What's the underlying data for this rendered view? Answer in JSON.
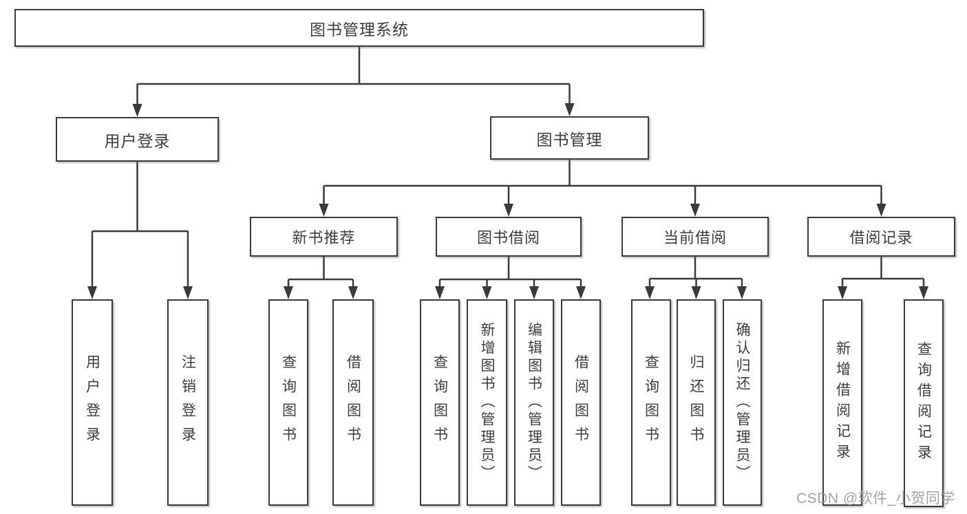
{
  "tree": {
    "label": "图书管理系统",
    "children": [
      {
        "label": "用户登录",
        "children": [
          {
            "label": "用户登录"
          },
          {
            "label": "注销登录"
          }
        ]
      },
      {
        "label": "图书管理",
        "children": [
          {
            "label": "新书推荐",
            "children": [
              {
                "label": "查询图书"
              },
              {
                "label": "借阅图书"
              }
            ]
          },
          {
            "label": "图书借阅",
            "children": [
              {
                "label": "查询图书"
              },
              {
                "label": "新增图书（管理员）"
              },
              {
                "label": "编辑图书（管理员）"
              },
              {
                "label": "借阅图书"
              }
            ]
          },
          {
            "label": "当前借阅",
            "children": [
              {
                "label": "查询图书"
              },
              {
                "label": "归还图书"
              },
              {
                "label": "确认归还（管理员）"
              }
            ]
          },
          {
            "label": "借阅记录",
            "children": [
              {
                "label": "新增借阅记录"
              },
              {
                "label": "查询借阅记录"
              }
            ]
          }
        ]
      }
    ]
  },
  "watermark": "CSDN @软件_小贺同学",
  "colors": {
    "line": "#3a3a3a",
    "text": "#3d3d3d",
    "watermark": "#9c9c9c",
    "background": "#ffffff"
  }
}
